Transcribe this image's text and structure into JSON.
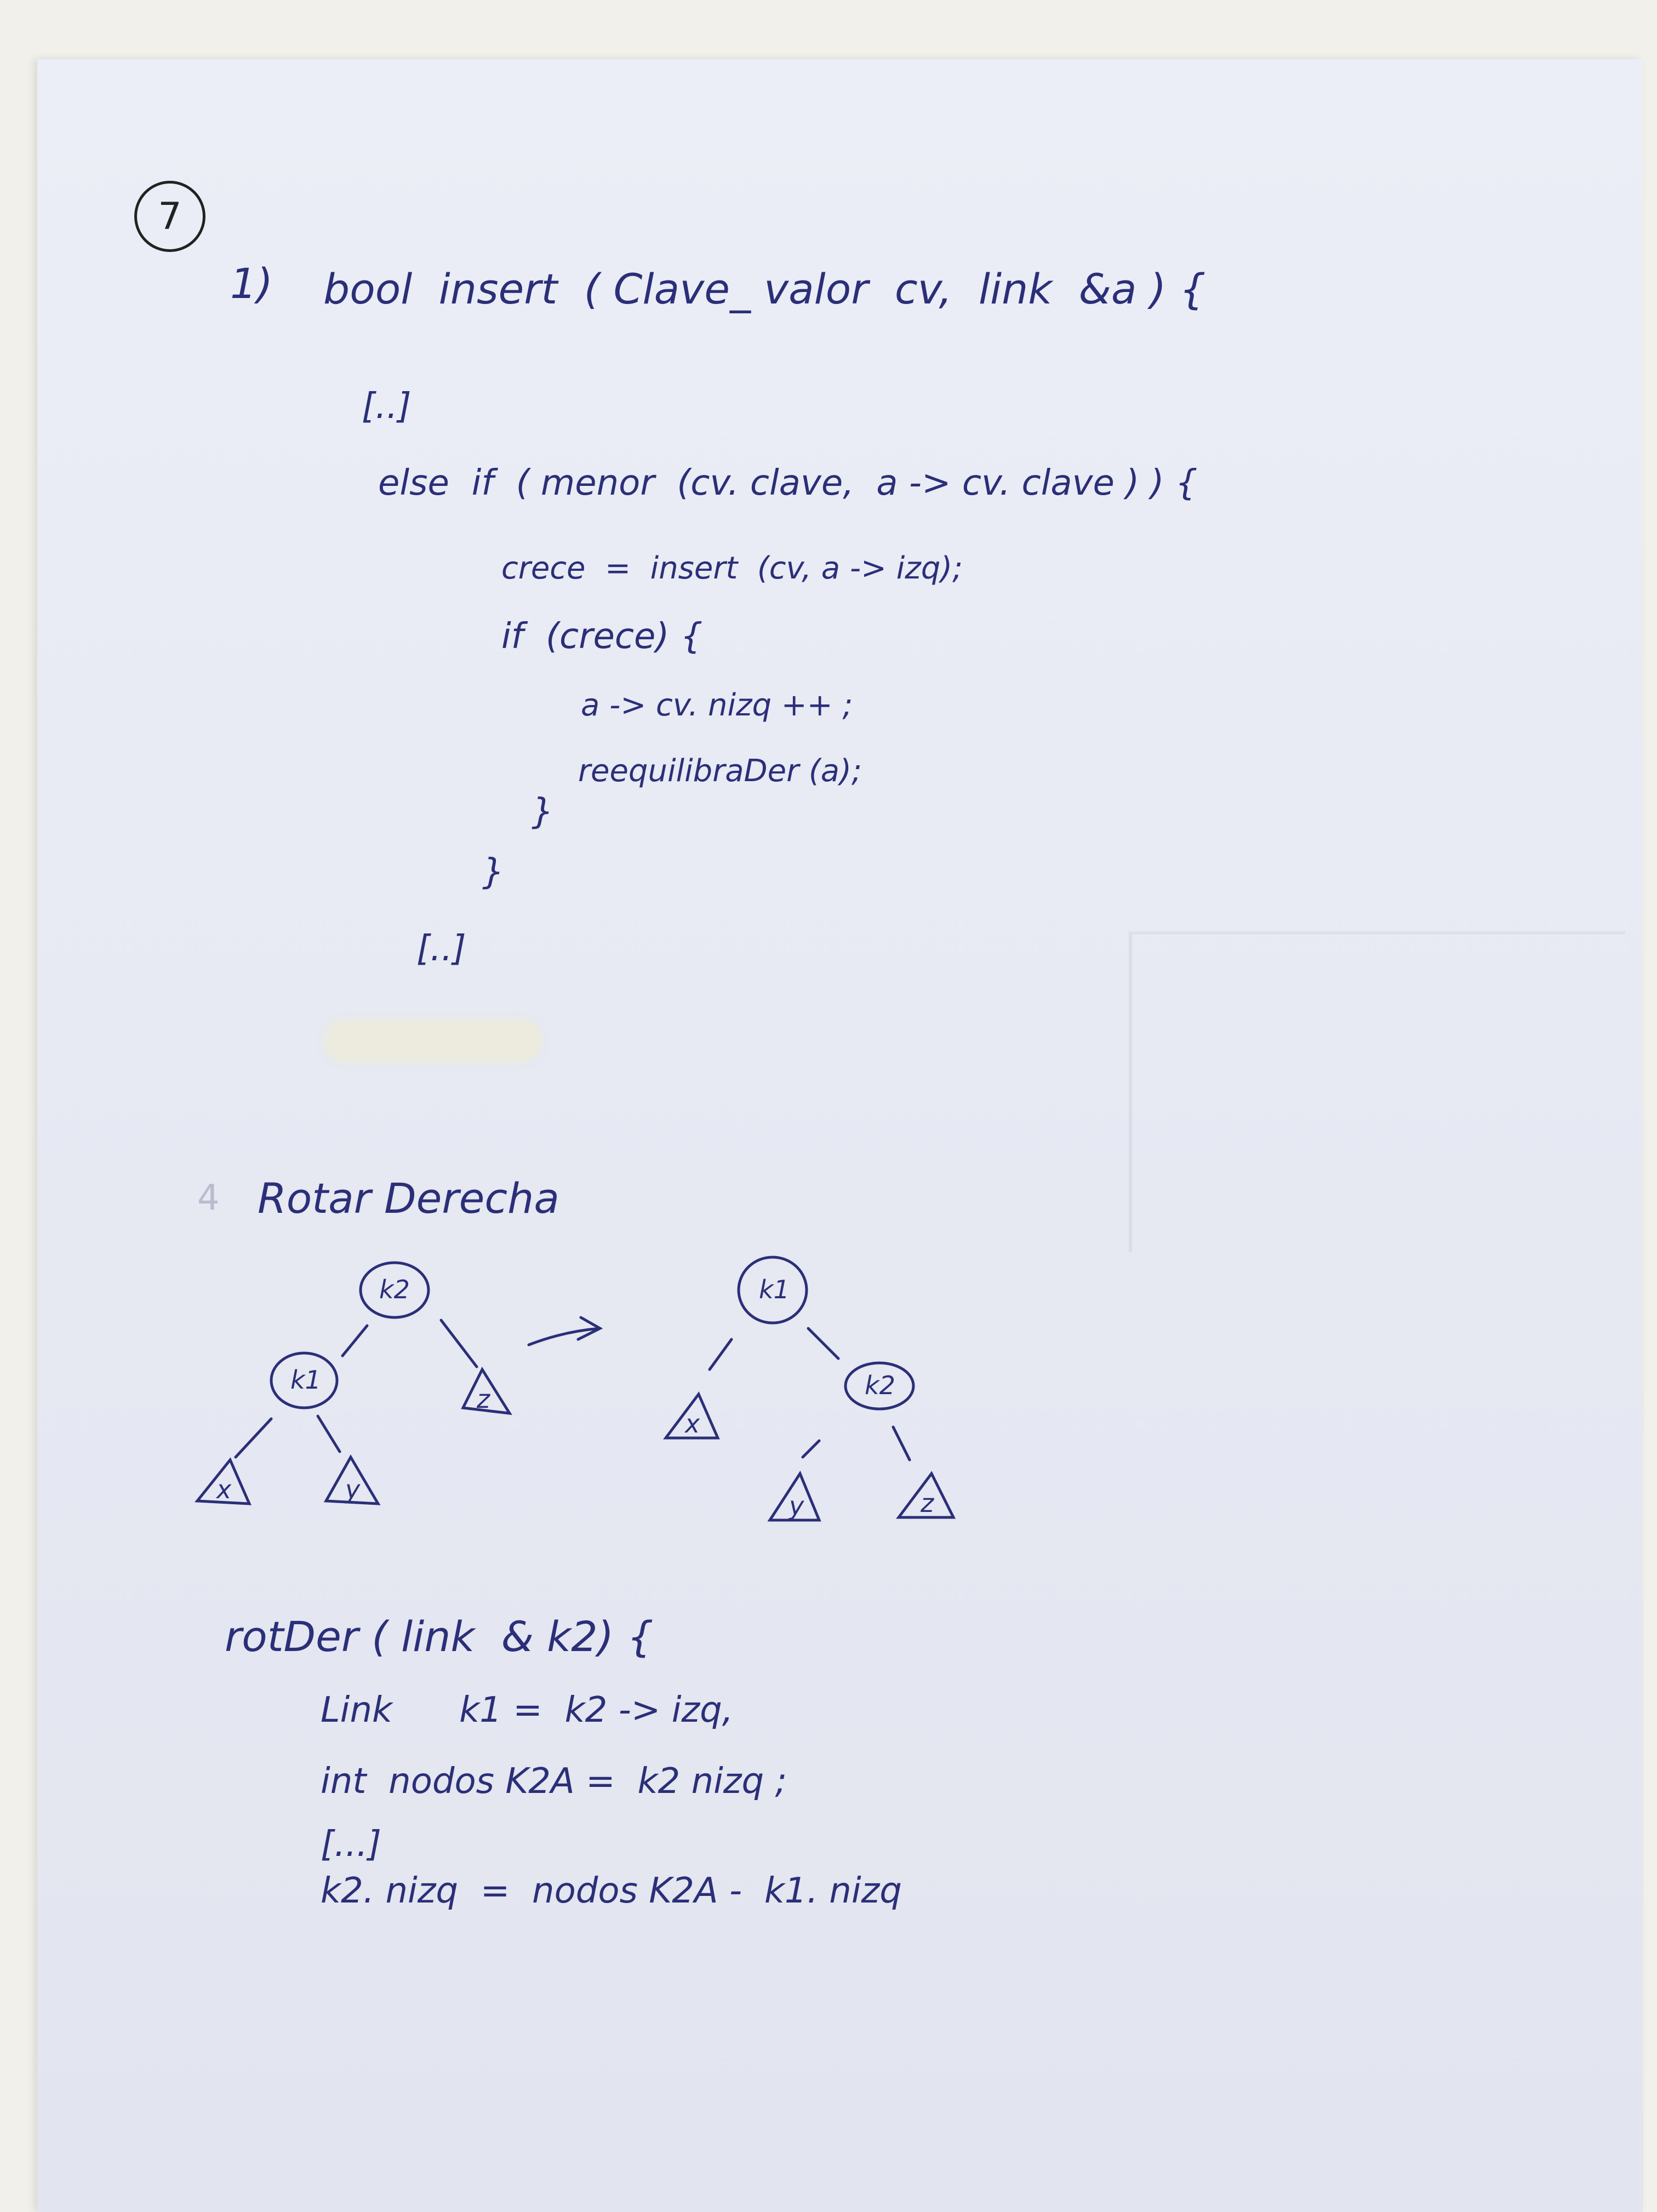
{
  "page": {
    "number": "7"
  },
  "code_insert": {
    "item_number": "1)",
    "signature": "bool  insert  ( Clave_ valor  cv,  link  &a ) {",
    "lines": [
      "[..]",
      "else  if  ( menor  (cv. clave,  a -> cv. clave ) ) {",
      "crece  =  insert  (cv, a -> izq);",
      "if  (crece) {",
      "a -> cv. nizq ++ ;",
      "reequilibraDer (a);",
      "}",
      "}",
      "[..]"
    ]
  },
  "rotation": {
    "section_number": "4",
    "heading": "Rotar Derecha",
    "arrow": "⟶",
    "left_tree": {
      "root": "k2",
      "child": "k1",
      "subtrees": [
        "x",
        "y",
        "z"
      ]
    },
    "right_tree": {
      "root": "k1",
      "child": "k2",
      "subtrees": [
        "x",
        "y",
        "z"
      ]
    }
  },
  "code_rot": {
    "signature": "rotDer ( link  & k2) {",
    "lines": [
      "Link      k1 =  k2 -> izq,",
      "int  nodos K2A =  k2 nizq ;",
      "[...]",
      "k2. nizq  =  nodos K2A -  k1. nizq"
    ]
  }
}
